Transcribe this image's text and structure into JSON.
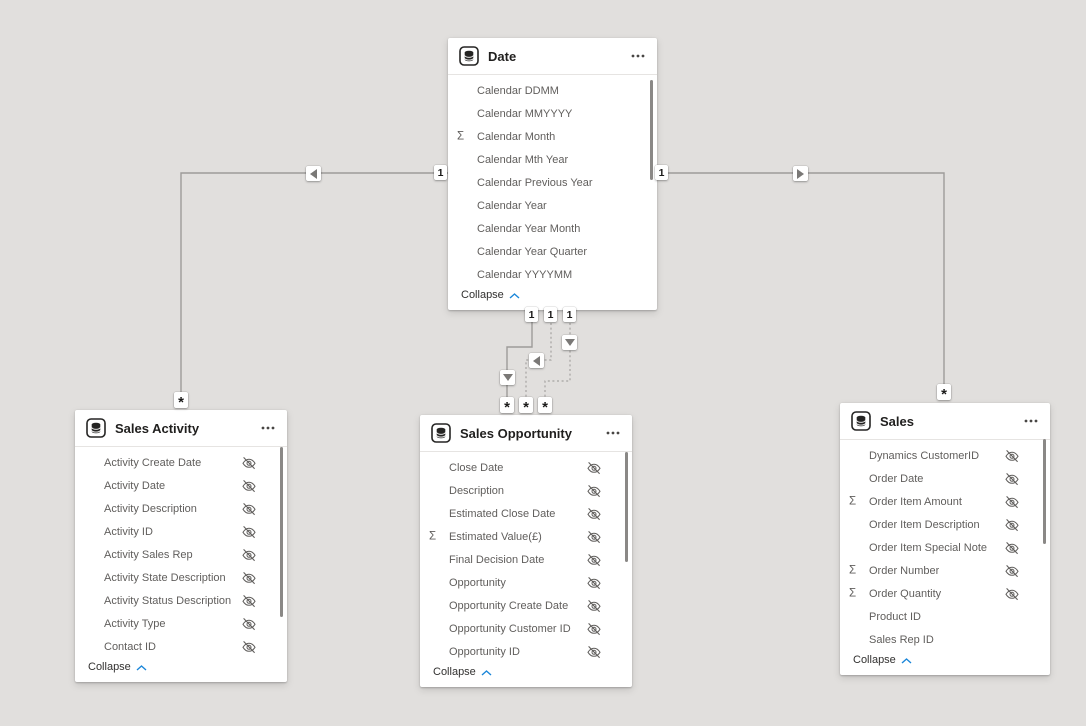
{
  "canvas": {
    "background_color": "#e1dfdd",
    "wire_color": "#9d9b99",
    "accent_color": "#1a86d9"
  },
  "icons": {
    "sigma": "Σ"
  },
  "tables": [
    {
      "title": "Date",
      "collapse_label": "Collapse",
      "fields": [
        {
          "name": "Calendar DDMM",
          "sigma": false,
          "hidden": false
        },
        {
          "name": "Calendar MMYYYY",
          "sigma": false,
          "hidden": false
        },
        {
          "name": "Calendar Month",
          "sigma": true,
          "hidden": false
        },
        {
          "name": "Calendar Mth Year",
          "sigma": false,
          "hidden": false
        },
        {
          "name": "Calendar Previous Year",
          "sigma": false,
          "hidden": false
        },
        {
          "name": "Calendar Year",
          "sigma": false,
          "hidden": false
        },
        {
          "name": "Calendar Year Month",
          "sigma": false,
          "hidden": false
        },
        {
          "name": "Calendar Year Quarter",
          "sigma": false,
          "hidden": false
        },
        {
          "name": "Calendar YYYYMM",
          "sigma": false,
          "hidden": false
        }
      ]
    },
    {
      "title": "Sales Activity",
      "collapse_label": "Collapse",
      "fields": [
        {
          "name": "Activity Create Date",
          "sigma": false,
          "hidden": true
        },
        {
          "name": "Activity Date",
          "sigma": false,
          "hidden": true
        },
        {
          "name": "Activity Description",
          "sigma": false,
          "hidden": true
        },
        {
          "name": "Activity ID",
          "sigma": false,
          "hidden": true
        },
        {
          "name": "Activity Sales Rep",
          "sigma": false,
          "hidden": true
        },
        {
          "name": "Activity State Description",
          "sigma": false,
          "hidden": true
        },
        {
          "name": "Activity Status Description",
          "sigma": false,
          "hidden": true
        },
        {
          "name": "Activity Type",
          "sigma": false,
          "hidden": true
        },
        {
          "name": "Contact ID",
          "sigma": false,
          "hidden": true
        }
      ]
    },
    {
      "title": "Sales Opportunity",
      "collapse_label": "Collapse",
      "fields": [
        {
          "name": "Close Date",
          "sigma": false,
          "hidden": true
        },
        {
          "name": "Description",
          "sigma": false,
          "hidden": true
        },
        {
          "name": "Estimated Close Date",
          "sigma": false,
          "hidden": true
        },
        {
          "name": "Estimated Value(£)",
          "sigma": true,
          "hidden": true
        },
        {
          "name": "Final Decision Date",
          "sigma": false,
          "hidden": true
        },
        {
          "name": "Opportunity",
          "sigma": false,
          "hidden": true
        },
        {
          "name": "Opportunity Create Date",
          "sigma": false,
          "hidden": true
        },
        {
          "name": "Opportunity Customer ID",
          "sigma": false,
          "hidden": true
        },
        {
          "name": "Opportunity ID",
          "sigma": false,
          "hidden": true
        }
      ]
    },
    {
      "title": "Sales",
      "collapse_label": "Collapse",
      "fields": [
        {
          "name": "Dynamics CustomerID",
          "sigma": false,
          "hidden": true
        },
        {
          "name": "Order Date",
          "sigma": false,
          "hidden": true
        },
        {
          "name": "Order Item Amount",
          "sigma": true,
          "hidden": true
        },
        {
          "name": "Order Item Description",
          "sigma": false,
          "hidden": true
        },
        {
          "name": "Order Item Special Note",
          "sigma": false,
          "hidden": true
        },
        {
          "name": "Order Number",
          "sigma": true,
          "hidden": true
        },
        {
          "name": "Order Quantity",
          "sigma": true,
          "hidden": true
        },
        {
          "name": "Product ID",
          "sigma": false,
          "hidden": false
        },
        {
          "name": "Sales Rep ID",
          "sigma": false,
          "hidden": false
        }
      ]
    }
  ],
  "relationships": [
    {
      "from_table": "Date",
      "to_table": "Sales Activity",
      "from_label": "1",
      "to_label": "*",
      "line_style": "solid",
      "filter_arrow": "left"
    },
    {
      "from_table": "Date",
      "to_table": "Sales",
      "from_label": "1",
      "to_label": "*",
      "line_style": "solid",
      "filter_arrow": "right"
    },
    {
      "from_table": "Date",
      "to_table": "Sales Opportunity",
      "from_label": "1",
      "to_label": "*",
      "line_style": "solid",
      "filter_arrow": "down"
    },
    {
      "from_table": "Date",
      "to_table": "Sales Opportunity",
      "from_label": "1",
      "to_label": "*",
      "line_style": "dashed",
      "filter_arrow": "left"
    },
    {
      "from_table": "Date",
      "to_table": "Sales Opportunity",
      "from_label": "1",
      "to_label": "*",
      "line_style": "dashed",
      "filter_arrow": "down"
    }
  ]
}
